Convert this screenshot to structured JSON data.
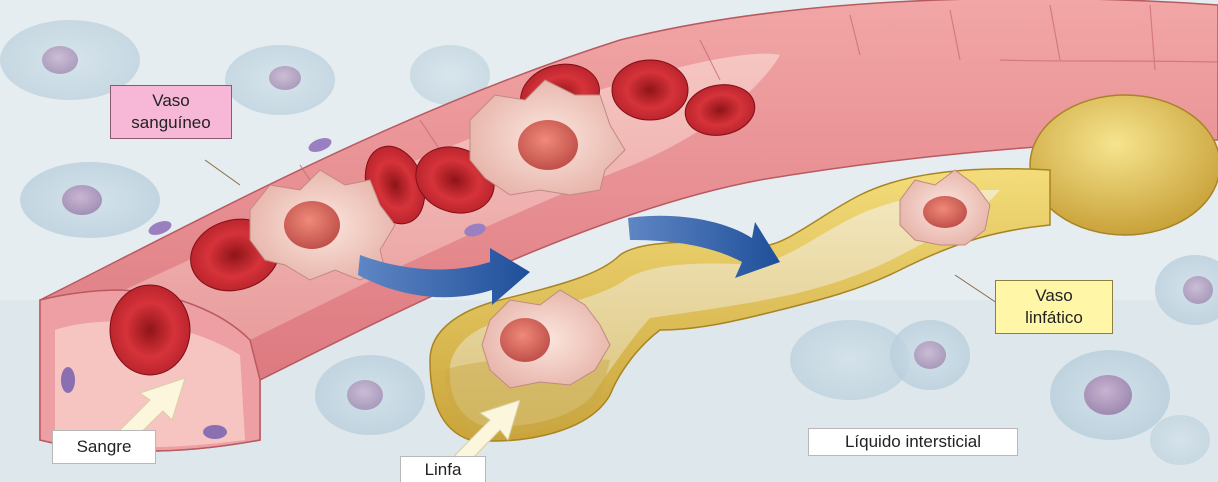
{
  "labels": {
    "blood_vessel": {
      "line1": "Vaso",
      "line2": "sanguíneo"
    },
    "lymph_vessel": {
      "line1": "Vaso",
      "line2": "linfático"
    },
    "blood": "Sangre",
    "lymph": "Linfa",
    "interstitial_fluid": "Líquido intersticial"
  },
  "colors": {
    "vessel_wall": "#e58c92",
    "red_cell": "#c8262c",
    "white_cell": "#f1cfc8",
    "lymph_wall": "#d9b84a",
    "flow_arrow": "#2f5ea8",
    "pointer_arrow": "#fbf6dc"
  }
}
